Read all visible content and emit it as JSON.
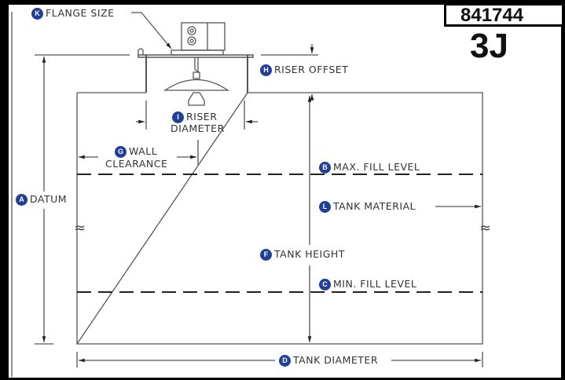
{
  "drawing": {
    "part_number": "841744",
    "code": "3J",
    "break_symbol": "≈"
  },
  "labels": [
    {
      "id": "K",
      "name": "flange-size",
      "text": "FLANGE SIZE"
    },
    {
      "id": "H",
      "name": "riser-offset",
      "text": "RISER OFFSET"
    },
    {
      "id": "I",
      "name": "riser-diameter",
      "text": "RISER",
      "text2": "DIAMETER"
    },
    {
      "id": "G",
      "name": "wall-clearance",
      "text": "WALL",
      "text2": "CLEARANCE"
    },
    {
      "id": "B",
      "name": "max-fill-level",
      "text": "MAX. FILL LEVEL"
    },
    {
      "id": "A",
      "name": "datum",
      "text": "DATUM"
    },
    {
      "id": "L",
      "name": "tank-material",
      "text": "TANK MATERIAL"
    },
    {
      "id": "F",
      "name": "tank-height",
      "text": "TANK HEIGHT"
    },
    {
      "id": "C",
      "name": "min-fill-level",
      "text": "MIN. FILL LEVEL"
    },
    {
      "id": "D",
      "name": "tank-diameter",
      "text": "TANK DIAMETER"
    }
  ],
  "colors": {
    "badge": "#1f3f99",
    "line": "#555555"
  }
}
